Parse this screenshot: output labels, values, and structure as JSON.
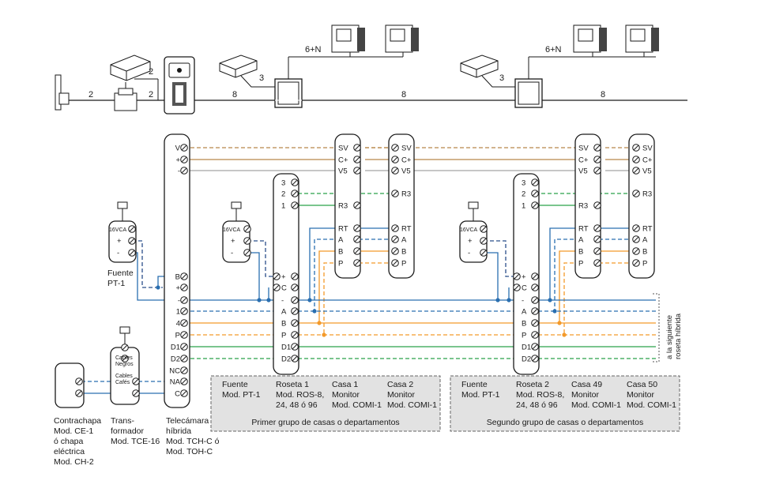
{
  "colors": {
    "brown": "#b8874a",
    "grey": "#a3a3a3",
    "green": "#2aa24a",
    "blue": "#2a6fb0",
    "orange": "#f39a2a",
    "navy": "#2b4f8a",
    "dark": "#1a1a1a",
    "box_fill": "#e2e2e2"
  },
  "top": {
    "wire_2a": "2",
    "wire_2b": "2",
    "wire_2c": "2",
    "wire_8a": "8",
    "wire_3a": "3",
    "wire_6n_a": "6+N",
    "wire_8b": "8",
    "wire_3b": "3",
    "wire_6n_b": "6+N",
    "wire_8c": "8"
  },
  "telecam": {
    "terminals": [
      "V",
      "+",
      "-",
      "B",
      "+",
      "-",
      "1",
      "4",
      "P",
      "D1",
      "D2",
      "NC",
      "NA",
      "C"
    ]
  },
  "psu_label": "16VCA",
  "transformer_labels": [
    "Cables",
    "Negros",
    "Cables",
    "Cafés"
  ],
  "roseta_labels": [
    "3",
    "2",
    "1",
    "+",
    "C",
    "-",
    "A",
    "B",
    "P",
    "D1",
    "D2"
  ],
  "monitor_labels": [
    "SV",
    "C+",
    "V5",
    "R3",
    "RT",
    "A",
    "B",
    "P"
  ],
  "monitor_r3_label": "R3",
  "side_note": [
    "a la siguiente",
    "roseta híbrida"
  ],
  "captions": {
    "fuente": [
      "Fuente",
      "PT-1"
    ],
    "contrachapa": [
      "Contrachapa",
      "Mod. CE-1",
      "ó chapa",
      "eléctrica",
      "Mod. CH-2"
    ],
    "transformador": [
      "Trans-",
      "formador",
      "Mod. TCE-16"
    ],
    "telecamara": [
      "Telecámara",
      "híbrida",
      "Mod. TCH-C ó",
      "Mod. TOH-C"
    ]
  },
  "group1": {
    "title": "Primer grupo de casas o departamentos",
    "columns": [
      [
        "Fuente",
        "Mod. PT-1"
      ],
      [
        "Roseta 1",
        "Mod. ROS-8,",
        "24, 48 ó 96"
      ],
      [
        "Casa 1",
        "Monitor",
        "Mod. COMI-1"
      ],
      [
        "Casa 2",
        "Monitor",
        "Mod. COMI-1"
      ]
    ]
  },
  "group2": {
    "title": "Segundo grupo de casas o departamentos",
    "columns": [
      [
        "Fuente",
        "Mod. PT-1"
      ],
      [
        "Roseta 2",
        "Mod. ROS-8,",
        "24, 48 ó 96"
      ],
      [
        "Casa 49",
        "Monitor",
        "Mod. COMI-1"
      ],
      [
        "Casa 50",
        "Monitor",
        "Mod. COMI-1"
      ]
    ]
  }
}
